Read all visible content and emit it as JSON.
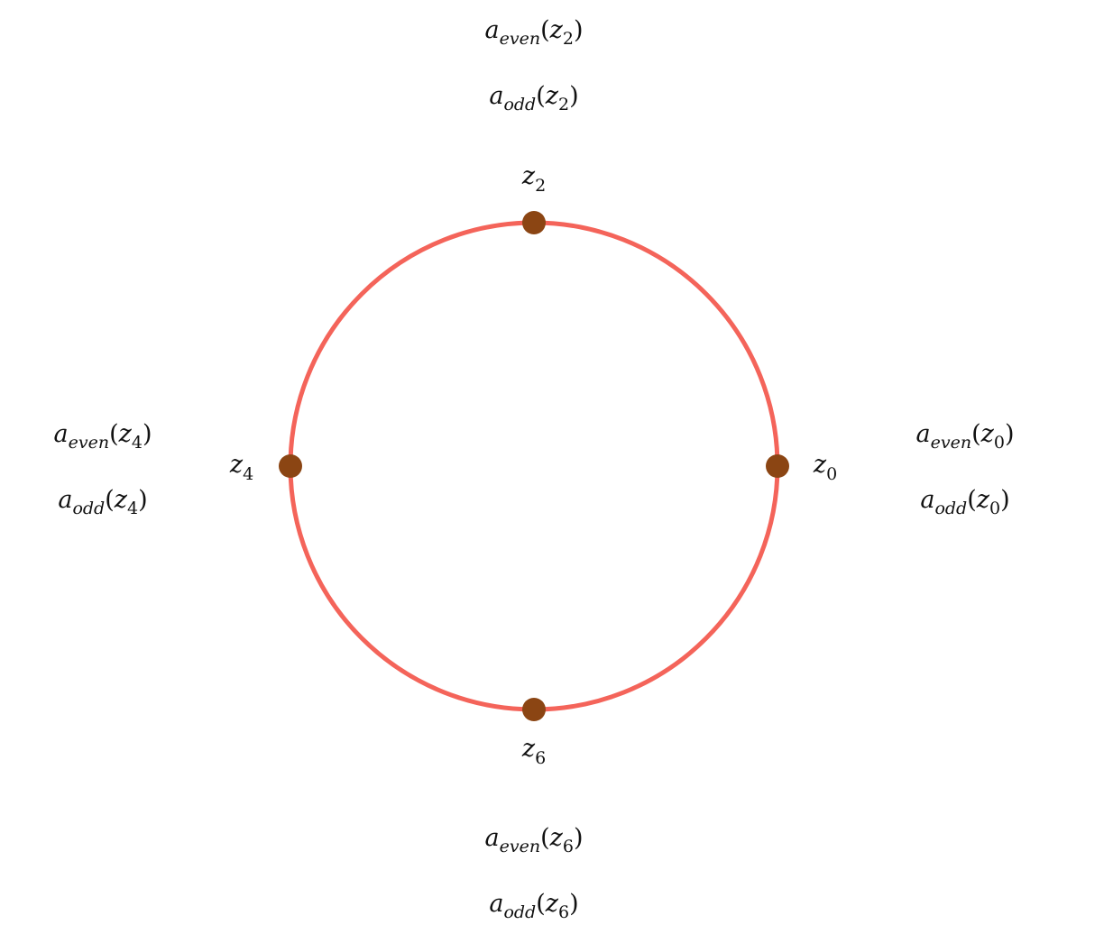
{
  "colors": {
    "circle": "#f4645a",
    "point": "#8b4513",
    "text": "#111111"
  },
  "nodes": [
    {
      "id": "z0",
      "label": {
        "base": "z",
        "sub": "0"
      },
      "even": {
        "fn": "a",
        "fsub": "even",
        "open": "(",
        "arg": "z",
        "asub": "0",
        "close": ")"
      },
      "odd": {
        "fn": "a",
        "fsub": "odd",
        "open": "(",
        "arg": "z",
        "asub": "0",
        "close": ")"
      }
    },
    {
      "id": "z2",
      "label": {
        "base": "z",
        "sub": "2"
      },
      "even": {
        "fn": "a",
        "fsub": "even",
        "open": "(",
        "arg": "z",
        "asub": "2",
        "close": ")"
      },
      "odd": {
        "fn": "a",
        "fsub": "odd",
        "open": "(",
        "arg": "z",
        "asub": "2",
        "close": ")"
      }
    },
    {
      "id": "z4",
      "label": {
        "base": "z",
        "sub": "4"
      },
      "even": {
        "fn": "a",
        "fsub": "even",
        "open": "(",
        "arg": "z",
        "asub": "4",
        "close": ")"
      },
      "odd": {
        "fn": "a",
        "fsub": "odd",
        "open": "(",
        "arg": "z",
        "asub": "4",
        "close": ")"
      }
    },
    {
      "id": "z6",
      "label": {
        "base": "z",
        "sub": "6"
      },
      "even": {
        "fn": "a",
        "fsub": "even",
        "open": "(",
        "arg": "z",
        "asub": "6",
        "close": ")"
      },
      "odd": {
        "fn": "a",
        "fsub": "odd",
        "open": "(",
        "arg": "z",
        "asub": "6",
        "close": ")"
      }
    }
  ]
}
